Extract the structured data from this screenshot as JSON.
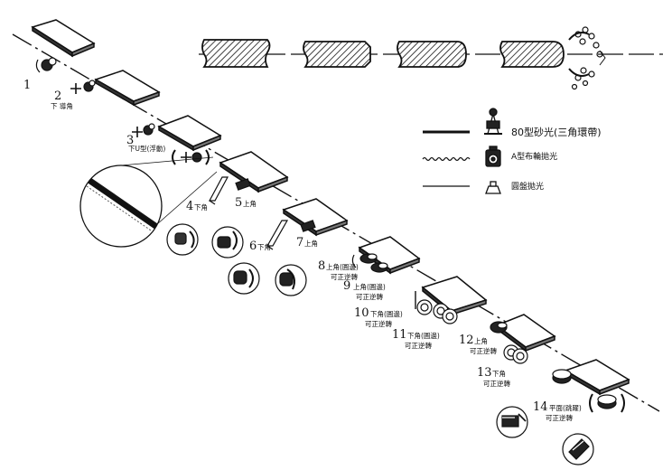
{
  "steps": [
    {
      "n": "1",
      "t": ""
    },
    {
      "n": "2",
      "t": "下 導角"
    },
    {
      "n": "3",
      "t": "下U型(浮動)"
    },
    {
      "n": "4",
      "t": "下角"
    },
    {
      "n": "5",
      "t": "上角"
    },
    {
      "n": "6",
      "t": "下角"
    },
    {
      "n": "7",
      "t": "上角"
    },
    {
      "n": "8",
      "t": "上角(圓邊)",
      "t2": "可正逆轉"
    },
    {
      "n": "9",
      "t": "上角(圓邊)",
      "t2": "可正逆轉"
    },
    {
      "n": "10",
      "t": "下角(圓邊)",
      "t2": "可正逆轉"
    },
    {
      "n": "11",
      "t": "下角(圓邊)",
      "t2": "可正逆轉"
    },
    {
      "n": "12",
      "t": "上角",
      "t2": "可正逆轉"
    },
    {
      "n": "13",
      "t": "下角",
      "t2": "可正逆轉"
    },
    {
      "n": "14",
      "t": "平面(跳躍)",
      "t2": "可正逆轉"
    }
  ],
  "legend": [
    {
      "label": "80型砂光(三角環帶)",
      "line": "thick",
      "icon": "belt-sander-icon"
    },
    {
      "label": "A型布輪拋光",
      "line": "wavy",
      "icon": "cloth-wheel-icon"
    },
    {
      "label": "圓盤拋光",
      "line": "thin",
      "icon": "disc-polisher-icon"
    }
  ]
}
